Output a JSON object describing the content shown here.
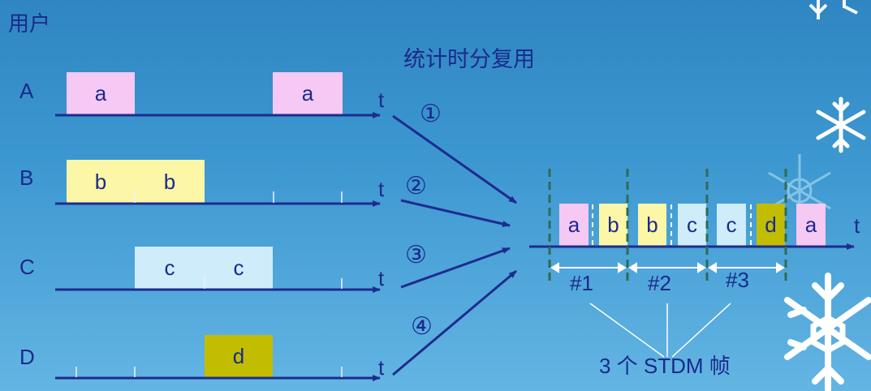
{
  "header": {
    "user_label": "用户",
    "title": "统计时分复用"
  },
  "time_symbol": "t",
  "users": [
    {
      "name": "A",
      "slots": [
        "a",
        "a"
      ]
    },
    {
      "name": "B",
      "slots": [
        "b",
        "b"
      ]
    },
    {
      "name": "C",
      "slots": [
        "c",
        "c"
      ]
    },
    {
      "name": "D",
      "slots": [
        "d"
      ]
    }
  ],
  "arrows": [
    "①",
    "②",
    "③",
    "④"
  ],
  "output": {
    "slots": [
      "a",
      "b",
      "b",
      "c",
      "c",
      "d",
      "a"
    ],
    "frames": [
      "#1",
      "#2",
      "#3"
    ],
    "caption": "3 个 STDM 帧"
  },
  "colors": {
    "a": "#f6c8f4",
    "b": "#fbf7a6",
    "c": "#cfecfb",
    "d": "#c2bd00",
    "line": "#1e2b8f",
    "dash": "#2f6b55"
  }
}
